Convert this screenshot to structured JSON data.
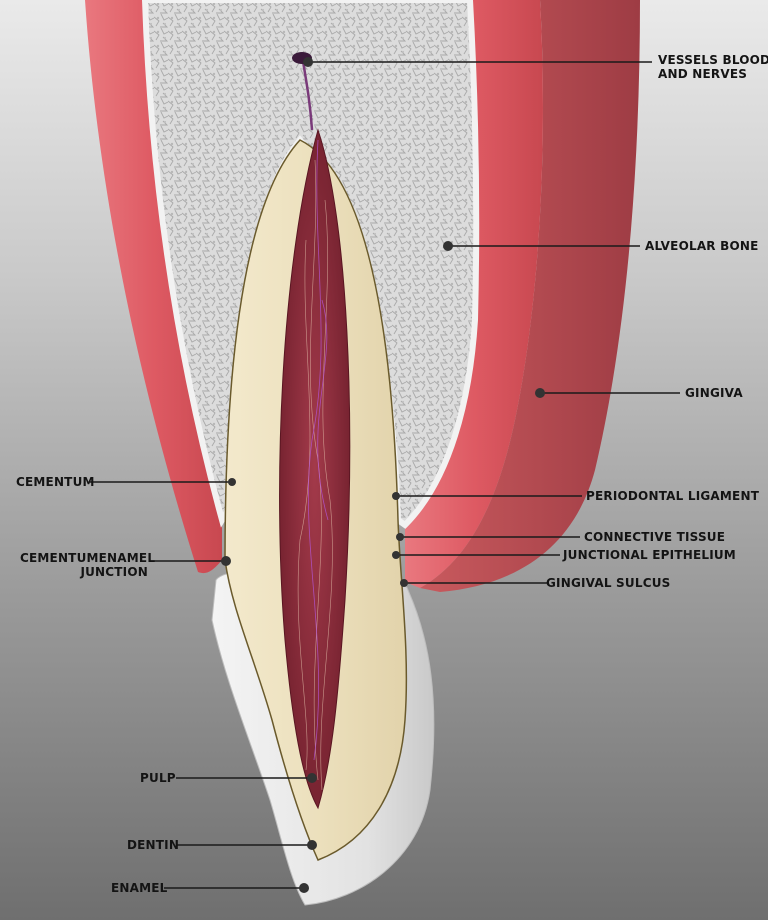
{
  "labels": {
    "vessels": [
      "VESSELS BLOOD",
      "AND NERVES"
    ],
    "alveolar_bone": "ALVEOLAR BONE",
    "gingiva": "GINGIVA",
    "cementum": "CEMENTUM",
    "periodontal_ligament": "PERIODONTAL LIGAMENT",
    "connective_tissue": "CONNECTIVE TISSUE",
    "cej": [
      "CEMENTUMENAMEL",
      "JUNCTION"
    ],
    "junctional_epithelium": "JUNCTIONAL EPITHELIUM",
    "gingival_sulcus": "GINGIVAL SULCUS",
    "pulp": "PULP",
    "dentin": "DENTIN",
    "enamel": "ENAMEL"
  },
  "colors": {
    "gingiva": "#dd5a62",
    "gingiva_light": "#f08c92",
    "bone": "#d9d9d9",
    "dentin": "#efe3c2",
    "enamel": "#ececec",
    "pulp": "#8e2a3a",
    "leader": "#1a1a1a",
    "marker": "#333333"
  }
}
